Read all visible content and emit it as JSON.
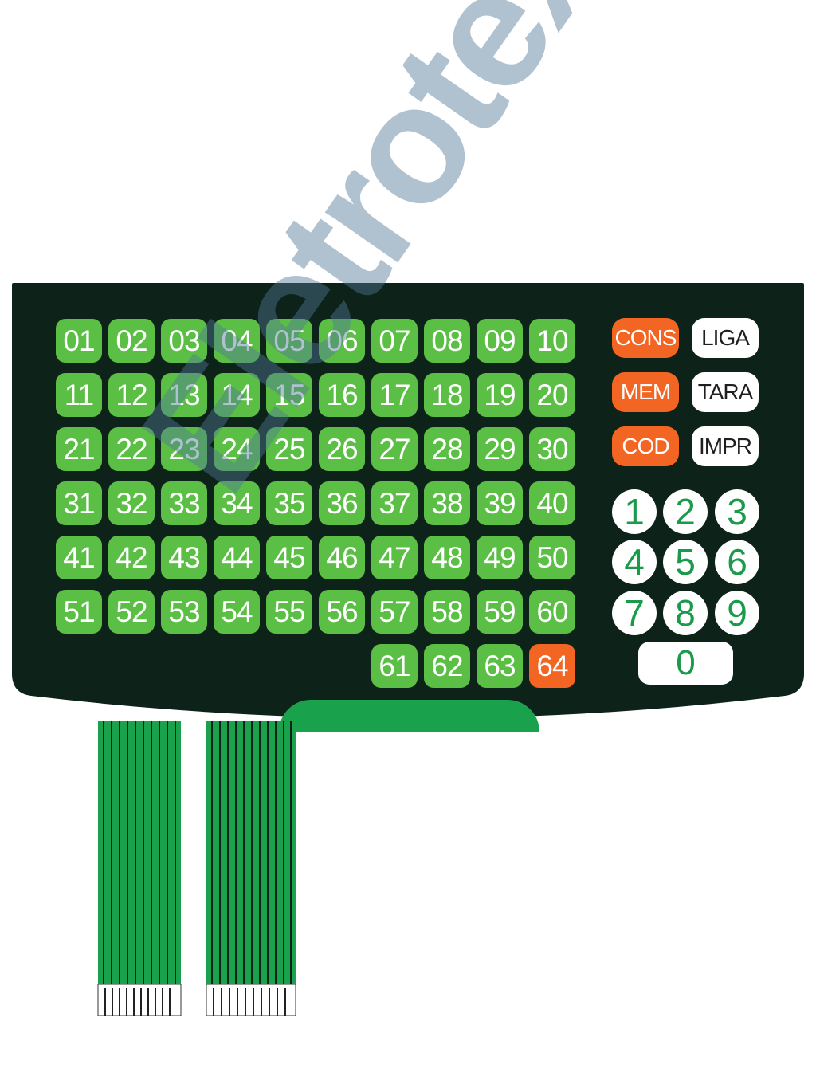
{
  "keypad": {
    "product_keys": [
      "01",
      "02",
      "03",
      "04",
      "05",
      "06",
      "07",
      "08",
      "09",
      "10",
      "11",
      "12",
      "13",
      "14",
      "15",
      "16",
      "17",
      "18",
      "19",
      "20",
      "21",
      "22",
      "23",
      "24",
      "25",
      "26",
      "27",
      "28",
      "29",
      "30",
      "31",
      "32",
      "33",
      "34",
      "35",
      "36",
      "37",
      "38",
      "39",
      "40",
      "41",
      "42",
      "43",
      "44",
      "45",
      "46",
      "47",
      "48",
      "49",
      "50",
      "51",
      "52",
      "53",
      "54",
      "55",
      "56",
      "57",
      "58",
      "59",
      "60",
      "61",
      "62",
      "63",
      "64"
    ],
    "function_keys": {
      "cons": "CONS",
      "liga": "LIGA",
      "mem": "MEM",
      "tara": "TARA",
      "cod": "COD",
      "impr": "IMPR"
    },
    "numeric_keys": [
      "1",
      "2",
      "3",
      "4",
      "5",
      "6",
      "7",
      "8",
      "9"
    ],
    "zero_key": "0"
  },
  "watermark": "Eletrotex",
  "colors": {
    "panel": "#0d2219",
    "key_green": "#5cbf45",
    "key_orange": "#f26522",
    "digit_green": "#1a9a4a",
    "tab_green": "#1aa14b"
  }
}
